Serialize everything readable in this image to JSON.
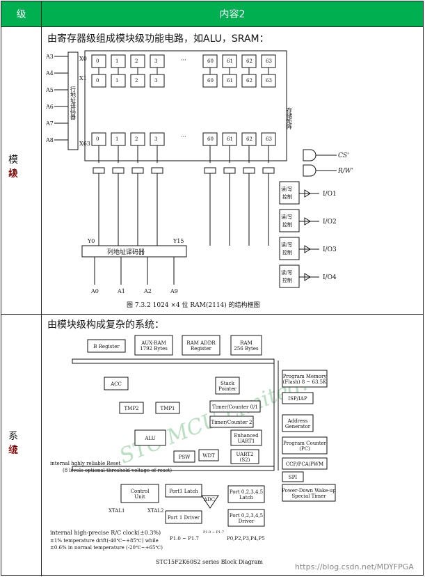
{
  "header": {
    "col1": "级",
    "col2": "内容2"
  },
  "rows": [
    {
      "label_top": "模 块",
      "label_bottom": "级",
      "caption": "由寄存器级组成模块级功能电路，如ALU，SRAM：",
      "figure": {
        "row_decoder": "行地址译码器",
        "col_decoder": "列地址译码器",
        "array_label": "存储矩阵",
        "inputs_row": [
          "A3",
          "A4",
          "A5",
          "A6",
          "A7",
          "A8"
        ],
        "inputs_col": [
          "A0",
          "A1",
          "A2",
          "A9"
        ],
        "row_outputs": [
          "X0",
          "X1",
          "X63"
        ],
        "col_outputs": [
          "Y0",
          "Y15"
        ],
        "cells_top": [
          "0",
          "1",
          "2",
          "3",
          "60",
          "61",
          "62",
          "63"
        ],
        "rw_label": "读/写控制",
        "io": [
          "I/O1",
          "I/O2",
          "I/O3",
          "I/O4"
        ],
        "cs": "CS'",
        "rw": "R/W'",
        "caption": "图 7.3.2   1024 ×4 位 RAM(2114) 的结构框图"
      }
    },
    {
      "label_top": "系 统",
      "label_bottom": "级",
      "caption": "由模块级构成复杂的系统：",
      "figure": {
        "blocks": {
          "b_register": "B Register",
          "aux_ram": "AUX-RAM\n1792 Bytes",
          "ram_addr": "RAM ADDR\nRegister",
          "ram": "RAM\n256 Bytes",
          "acc": "ACC",
          "tmp2": "TMP2",
          "tmp1": "TMP1",
          "alu": "ALU",
          "psw": "PSW",
          "wdt": "WDT",
          "stack": "Stack\nPointer",
          "tc01": "Timer/Counter 0/1",
          "tc2": "Timer/Counter 2",
          "uart1": "Enhanced\nUART1",
          "uart2": "UART2\n(S2)",
          "prog_mem": "Program Memory\n(Flash) 8 ~ 63.5K",
          "isp": "ISP/IAP",
          "addr_gen": "Address\nGenerator",
          "pc": "Program Counter\n(PC)",
          "ccp": "CCP/PCA/PWM",
          "spi": "SPI",
          "pd_timer": "Power-Down Wake-up\nSpecial Timer",
          "control": "Control\nUnit",
          "p1latch": "Port1 Latch",
          "p1drv": "Port 1 Driver",
          "p0latch": "Port 0,2,3,4,5\nLatch",
          "p0drv": "Port 0,2,3,4,5\nDriver",
          "adc": "ADC"
        },
        "reset_note": "internal hghly reliable Reset",
        "reset_sub": "(8 levels optional threshold\nvoltage of reset)",
        "xtal1": "XTAL1",
        "xtal2": "XTAL2",
        "clock_note": "internal high-precise R/C clock(±0.3%)",
        "clock_sub1": "±1% temperature drift(-40℃~+85℃) while",
        "clock_sub2": "±0.6% in normal temperature (-20℃~+65℃)",
        "p1pins": "P1.0 ~ P1.7",
        "p1pins_small": "P1.0 ~ P1.7",
        "p0pins": "P0,P2,P3,P4,P5",
        "watermark": "STC MCU Limited.",
        "caption": "STC15F2K60S2 series Block Diagram",
        "url": "https://blog.csdn.net/MDYFPGA"
      }
    }
  ]
}
